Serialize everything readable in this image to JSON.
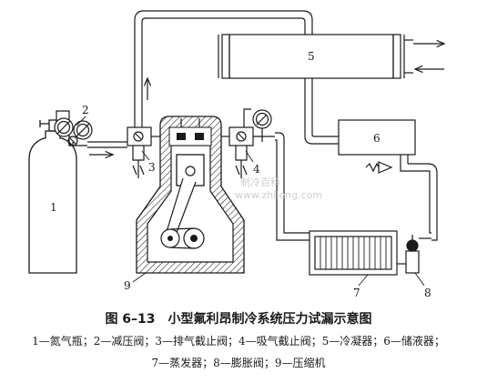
{
  "figure": {
    "title": "图 6–13　小型氟利昂制冷系统压力试漏示意图",
    "legend_line1": "1—氮气瓶；2—减压阀；3—排气截止阀；4—吸气截止阀；5—冷凝器；6—储液器；",
    "legend_line2": "7—蒸发器；8—膨胀阀；9—压缩机"
  },
  "labels": {
    "nitrogen_cylinder": "1",
    "pressure_reducer": "2",
    "discharge_valve": "3",
    "suction_valve": "4",
    "condenser": "5",
    "receiver": "6",
    "evaporator": "7",
    "expansion_valve": "8",
    "compressor": "9"
  },
  "watermark": {
    "line1": "制冷百科",
    "line2": "www.zhileng.com"
  },
  "colors": {
    "line": "#1a1a1a",
    "hatch": "#1a1a1a",
    "background": "#ffffff"
  }
}
